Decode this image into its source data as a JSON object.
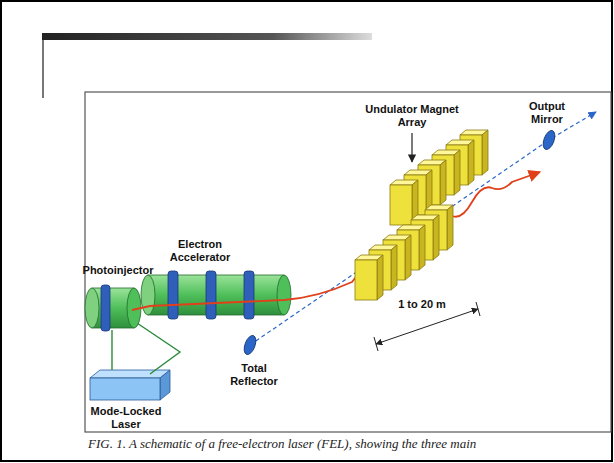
{
  "diagram": {
    "caption": "FIG. 1. A schematic of a free-electron laser (FEL), showing the three main",
    "labels": [
      "Undulator Magnet Array",
      "Output Mirror",
      "Photoinjector",
      "Electron Accelerator",
      "Total Reflector",
      "1 to 20 m",
      "Mode-Locked Laser"
    ]
  }
}
